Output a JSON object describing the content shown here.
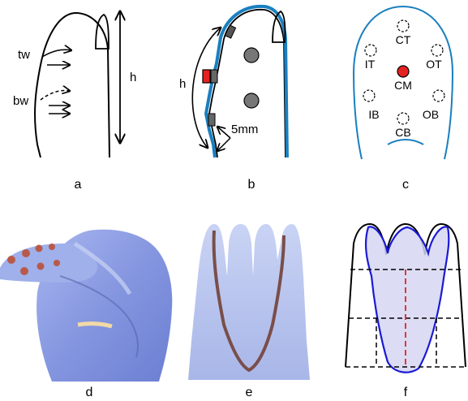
{
  "panels": {
    "a": {
      "caption": "a",
      "labels": {
        "tw": "tw",
        "bw": "bw",
        "h": "h"
      }
    },
    "b": {
      "caption": "b",
      "labels": {
        "h": "h",
        "dist": "5mm"
      }
    },
    "c": {
      "caption": "c",
      "positions": [
        "CT",
        "IT",
        "OT",
        "CM",
        "IB",
        "OB",
        "CB"
      ]
    },
    "d": {
      "caption": "d"
    },
    "e": {
      "caption": "e"
    },
    "f": {
      "caption": "f"
    }
  },
  "colors": {
    "blue_outline": "#1a7fbf",
    "active_sensor": "#e52222",
    "glove_blue": "#8a9ee6",
    "region_fill": "#d6d6f2",
    "region_stroke": "#1a1ad6",
    "centerline": "#e52222"
  }
}
